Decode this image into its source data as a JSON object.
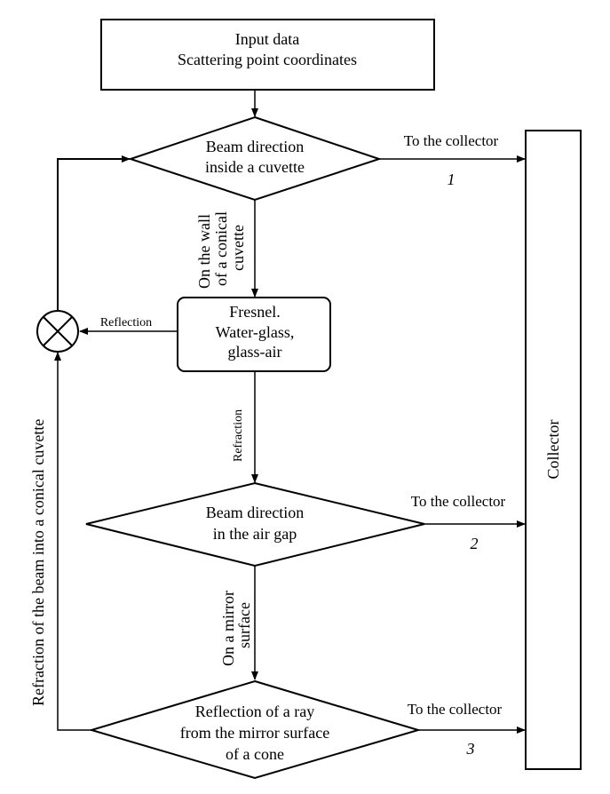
{
  "diagram": {
    "nodes": {
      "input": {
        "lines": [
          "Input data",
          "Scattering point coordinates"
        ]
      },
      "beam_cuvette": {
        "lines": [
          "Beam direction",
          "inside a cuvette"
        ]
      },
      "fresnel": {
        "lines": [
          "Fresnel.",
          "Water-glass,",
          "glass-air"
        ]
      },
      "beam_airgap": {
        "lines": [
          "Beam direction",
          "in the air gap"
        ]
      },
      "reflection_cone": {
        "lines": [
          "Reflection of a ray",
          "from the mirror surface",
          "of a cone"
        ]
      },
      "collector": {
        "label": "Collector"
      },
      "summing_junction": {
        "symbol": "⊗"
      }
    },
    "edges": {
      "to_collector_1": {
        "label": "To the collector",
        "number": "1"
      },
      "to_collector_2": {
        "label": "To the collector",
        "number": "2"
      },
      "to_collector_3": {
        "label": "To the collector",
        "number": "3"
      },
      "wall": {
        "lines": [
          "On the wall",
          "of a conical",
          "cuvette"
        ]
      },
      "reflection": {
        "label": "Reflection"
      },
      "refraction": {
        "label": "Refraction"
      },
      "mirror": {
        "lines": [
          "On a mirror",
          "surface"
        ]
      },
      "refraction_into_cuvette": {
        "label": "Refraction of the beam into a conical cuvette"
      }
    }
  }
}
